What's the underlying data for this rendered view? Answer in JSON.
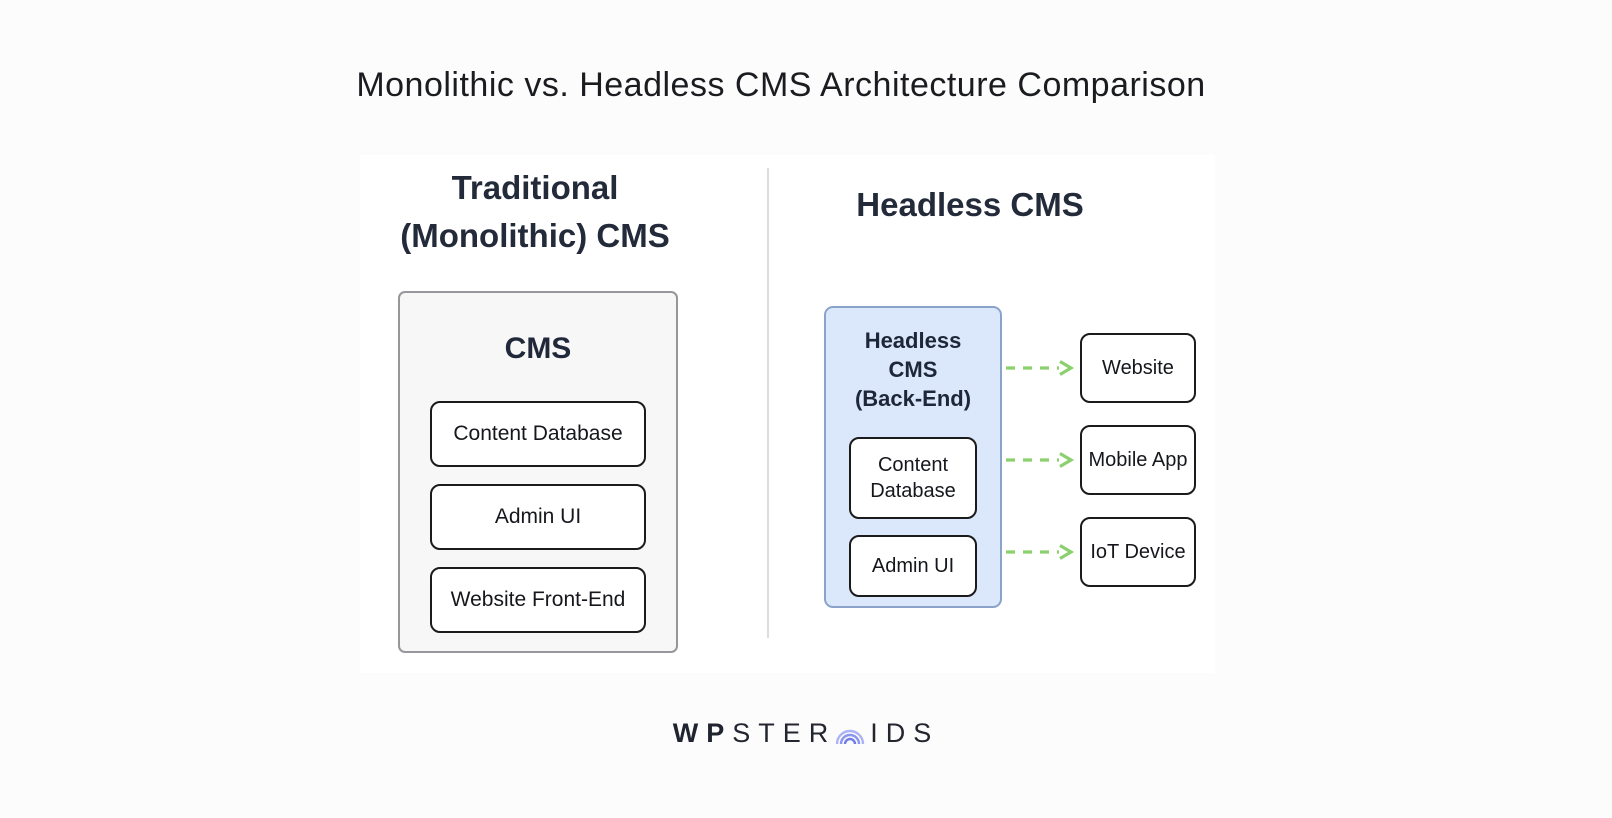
{
  "page": {
    "title": "Monolithic vs. Headless CMS Architecture Comparison"
  },
  "left_panel": {
    "heading_line1": "Traditional",
    "heading_line2": "(Monolithic) CMS",
    "cms_box": {
      "label": "CMS",
      "background": "#f7f7f7",
      "border_color": "#97979b",
      "components": [
        "Content Database",
        "Admin UI",
        "Website Front-End"
      ]
    }
  },
  "right_panel": {
    "heading": "Headless CMS",
    "backend_box": {
      "label_line1": "Headless",
      "label_line2": "CMS",
      "label_line3": "(Back-End)",
      "background": "#dbe8fb",
      "border_color": "#8aa3c8",
      "components": [
        "Content Database",
        "Admin UI"
      ]
    },
    "targets": [
      "Website",
      "Mobile App",
      "IoT Device"
    ],
    "arrow_color": "#8bd06e"
  },
  "footer": {
    "logo_part1": "WP",
    "logo_part2": "STER",
    "logo_part3": "IDS",
    "logo_icon": "concentric-arcs-icon",
    "logo_icon_color": "#7d88ee"
  },
  "colors": {
    "heading_text": "#232a3a",
    "component_border": "#1b1b1b",
    "divider": "#dcdcdc",
    "panel_background": "#ffffff"
  }
}
